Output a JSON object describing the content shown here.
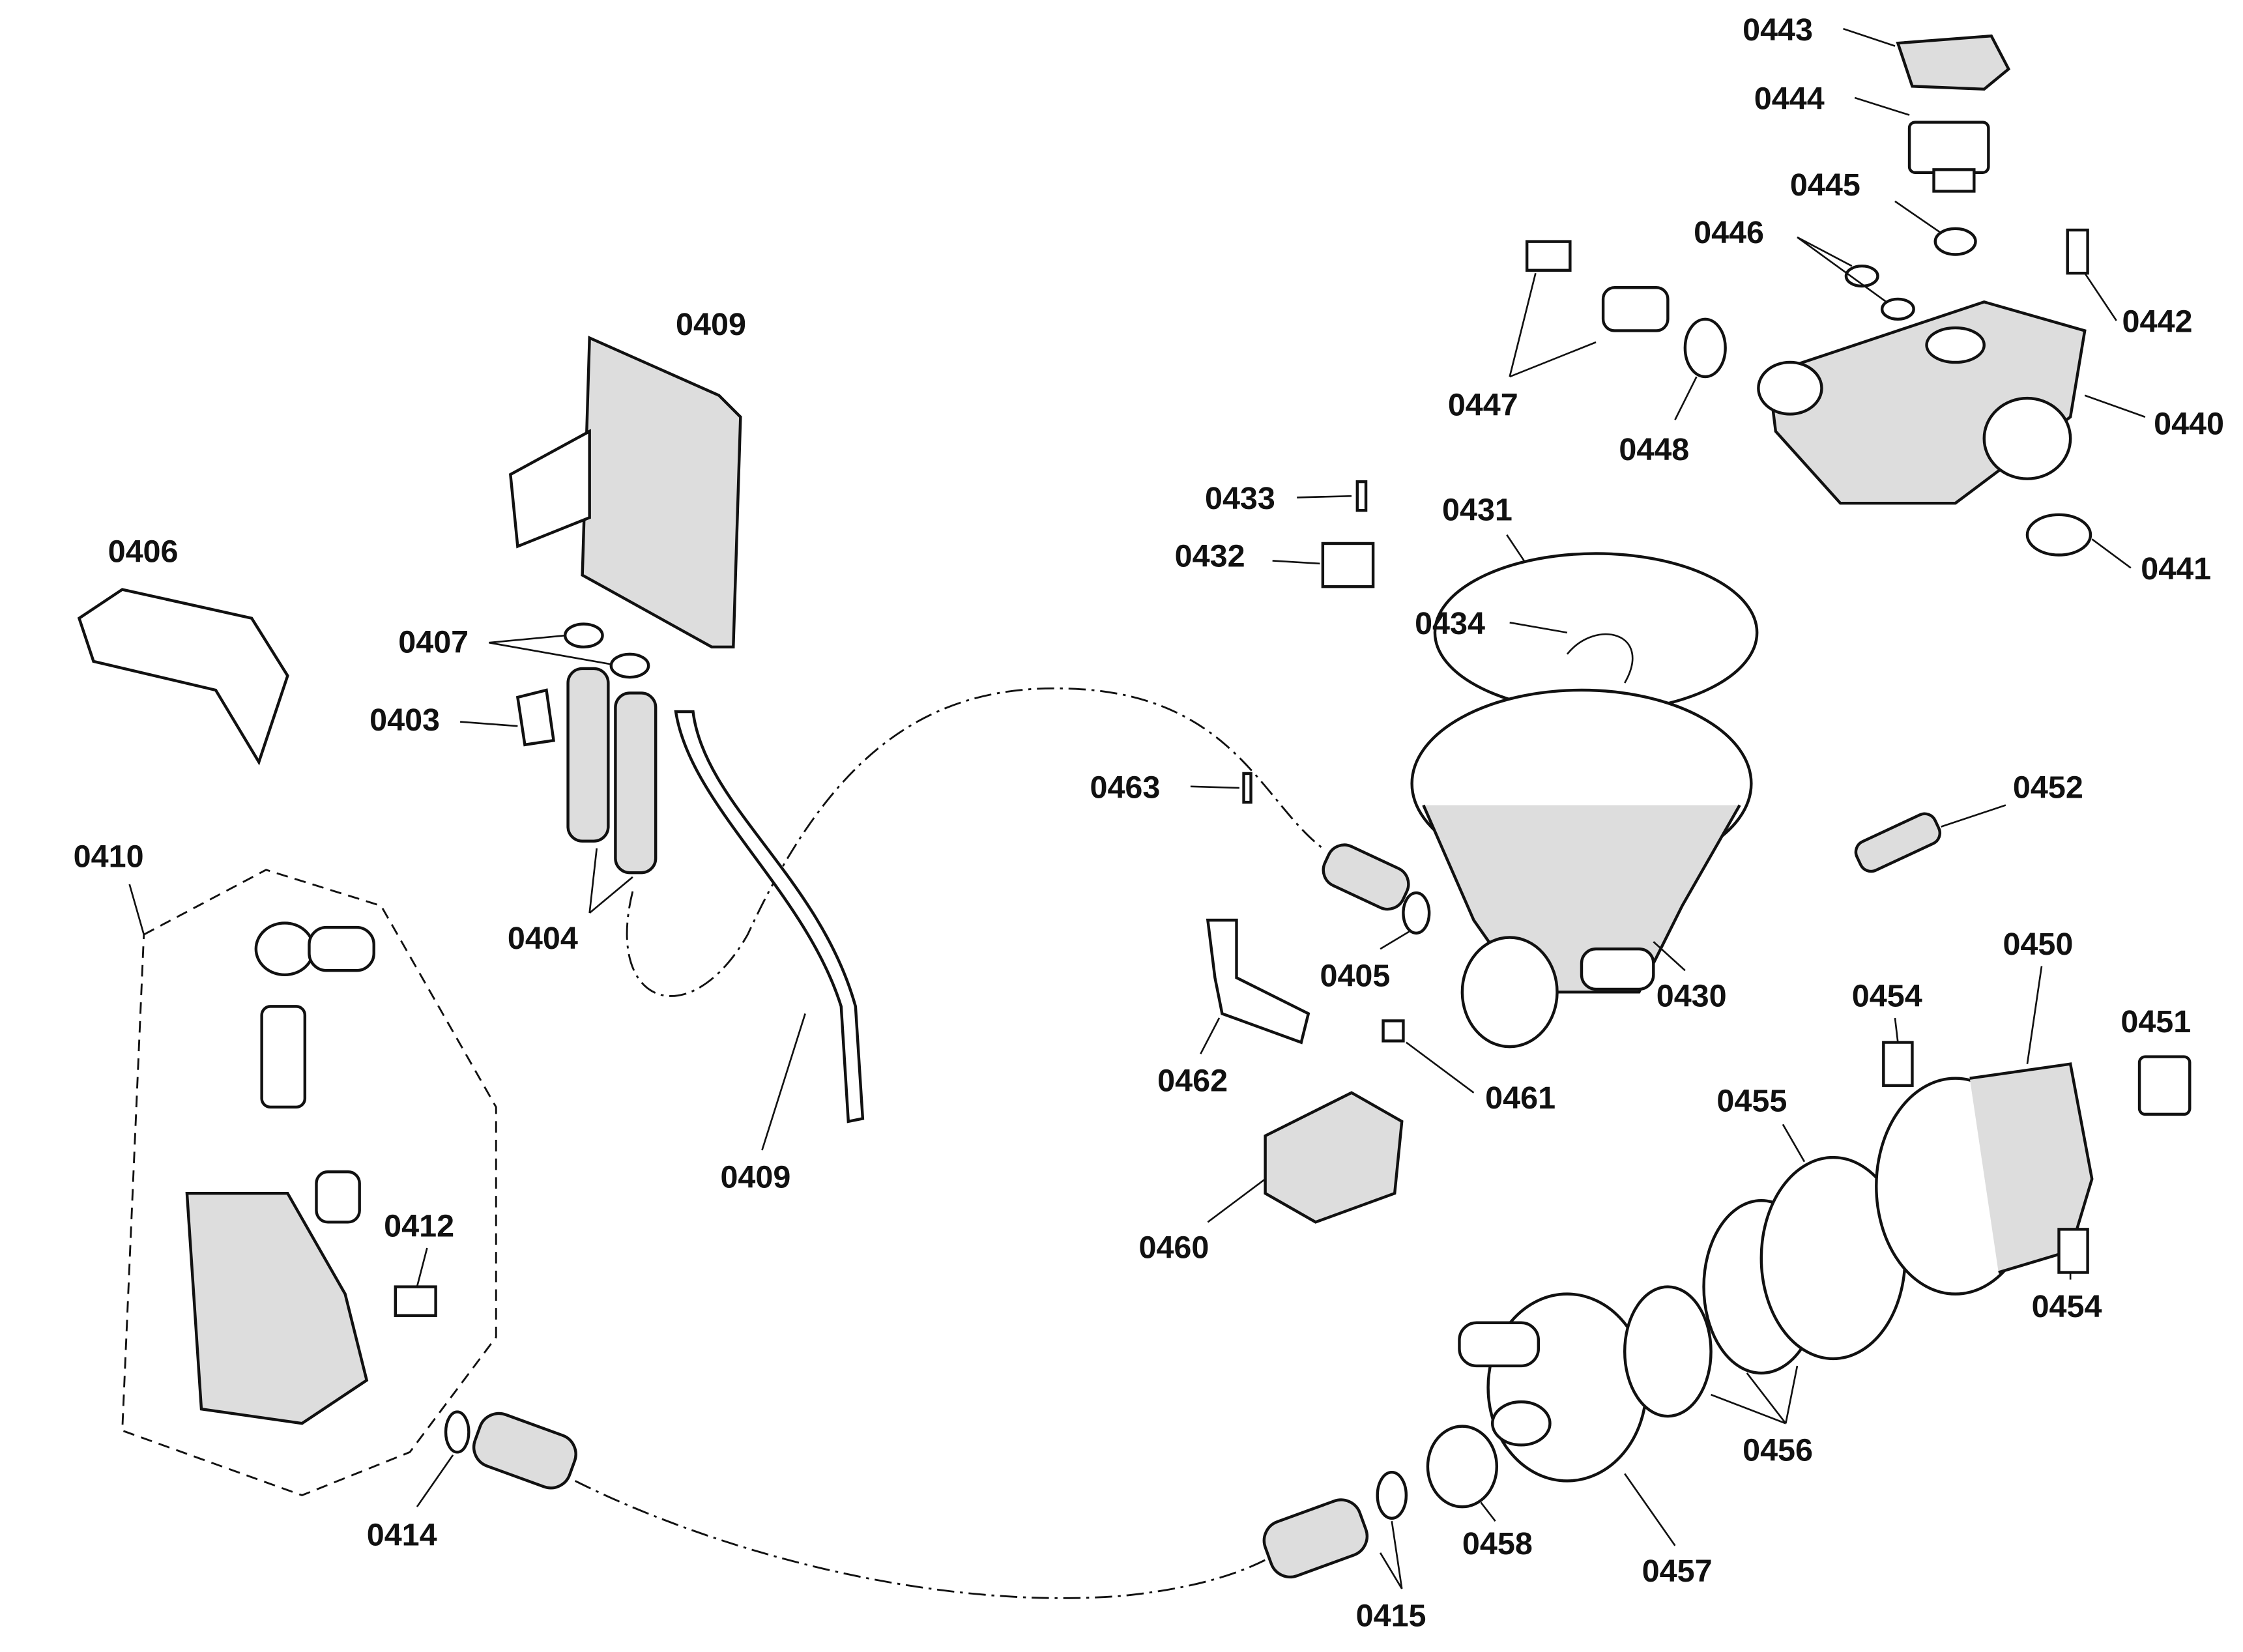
{
  "diagram": {
    "type": "exploded parts diagram",
    "labels": [
      "0443",
      "0444",
      "0445",
      "0446",
      "0442",
      "0440",
      "0441",
      "0447",
      "0448",
      "0433",
      "0432",
      "0431",
      "0434",
      "0409",
      "0406",
      "0407",
      "0403",
      "0404",
      "0409",
      "0410",
      "0412",
      "0414",
      "0415",
      "0458",
      "0457",
      "0456",
      "0455",
      "0454",
      "0450",
      "0451",
      "0454",
      "0452",
      "0463",
      "0405",
      "0430",
      "0462",
      "0461",
      "0460"
    ]
  }
}
